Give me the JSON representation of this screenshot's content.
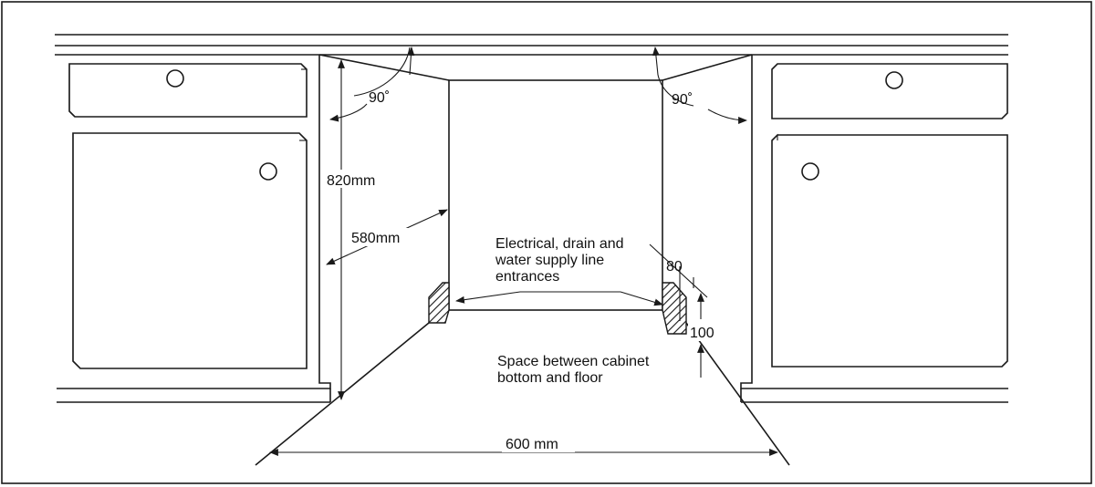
{
  "diagram": {
    "labels": {
      "angle_left": "90˚",
      "angle_right": "90˚",
      "height": "820mm",
      "depth": "580mm",
      "lines_note": [
        "Electrical, drain and",
        "water supply line",
        "entrances"
      ],
      "dim_80": "80",
      "dim_100": "100",
      "space_note": [
        "Space between cabinet",
        "bottom and floor"
      ],
      "width": "600 mm"
    },
    "colors": {
      "line": "#1a1a1a",
      "background": "#ffffff"
    }
  }
}
